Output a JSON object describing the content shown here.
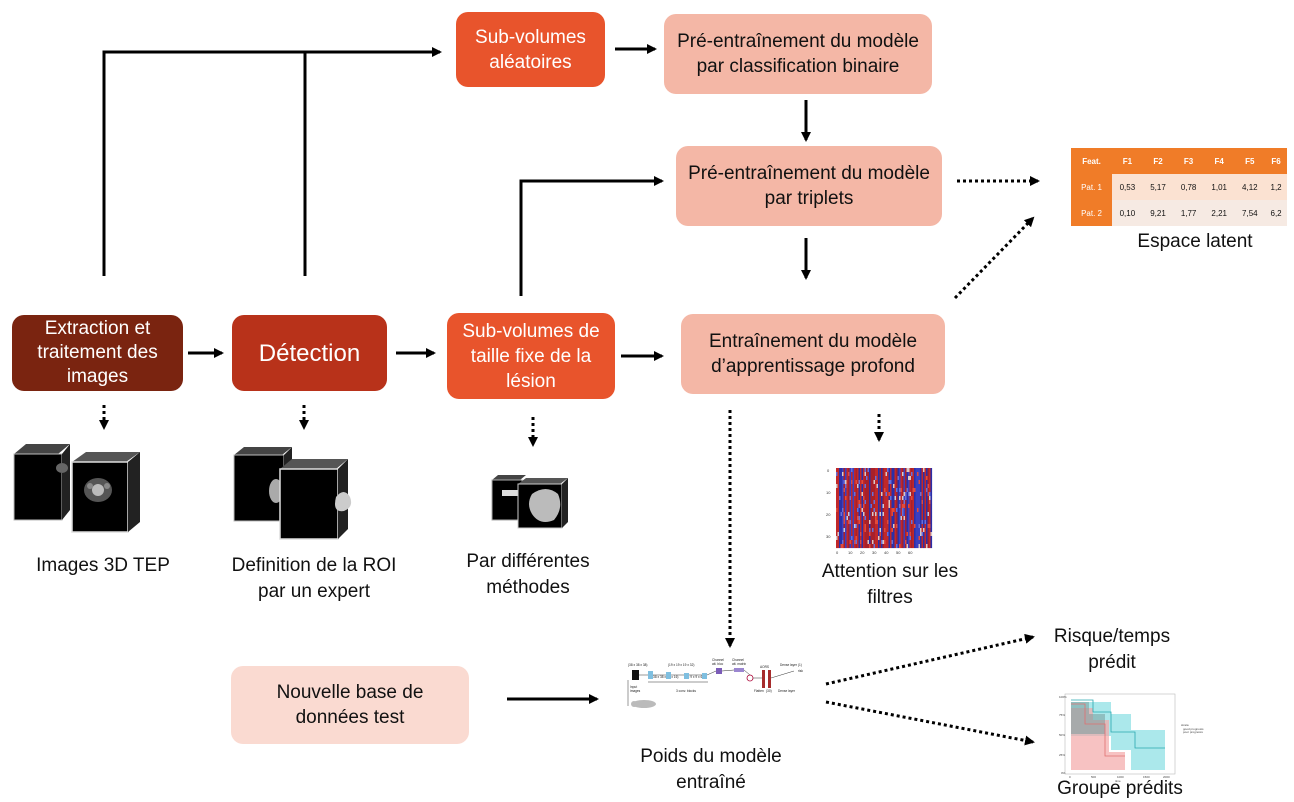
{
  "boxes": {
    "extraction": "Extraction et traitement des images",
    "detection": "Détection",
    "subvol_fixe": "Sub-volumes de taille fixe de la lésion",
    "subvol_alea": "Sub-volumes aléatoires",
    "pretrain_binaire": "Pré-entraînement du modèle par classification binaire",
    "pretrain_triplets": "Pré-entraînement du modèle par triplets",
    "training": "Entraînement du modèle d’apprentissage profond",
    "nouvelle_base": "Nouvelle base de données test"
  },
  "captions": {
    "images3d": "Images 3D TEP",
    "roi": "Definition de la ROI par un expert",
    "methodes": "Par différentes méthodes",
    "attention": "Attention sur les filtres",
    "espace_latent": "Espace latent",
    "poids": "Poids du modèle entraîné",
    "risque": "Risque/temps prédit",
    "groupe": "Groupe prédits"
  },
  "latent_table": {
    "headers": [
      "Feat.",
      "F1",
      "F2",
      "F3",
      "F4",
      "F5",
      "F6"
    ],
    "rows": [
      [
        "Pat. 1",
        "0,53",
        "5,17",
        "0,78",
        "1,01",
        "4,12",
        "1,2"
      ],
      [
        "Pat. 2",
        "0,10",
        "9,21",
        "1,77",
        "2,21",
        "7,54",
        "6,2"
      ]
    ]
  },
  "colors": {
    "dark_red": "#7a2410",
    "red": "#b8321a",
    "orange": "#e8542c",
    "pink": "#f4b7a6",
    "light_pink": "#fadad1",
    "table_orange": "#f07c28"
  },
  "icons": [
    "pet-volume-image",
    "roi-volume-image",
    "subvolume-image",
    "attention-heatmap",
    "network-architecture-diagram",
    "survival-curve-plot"
  ]
}
